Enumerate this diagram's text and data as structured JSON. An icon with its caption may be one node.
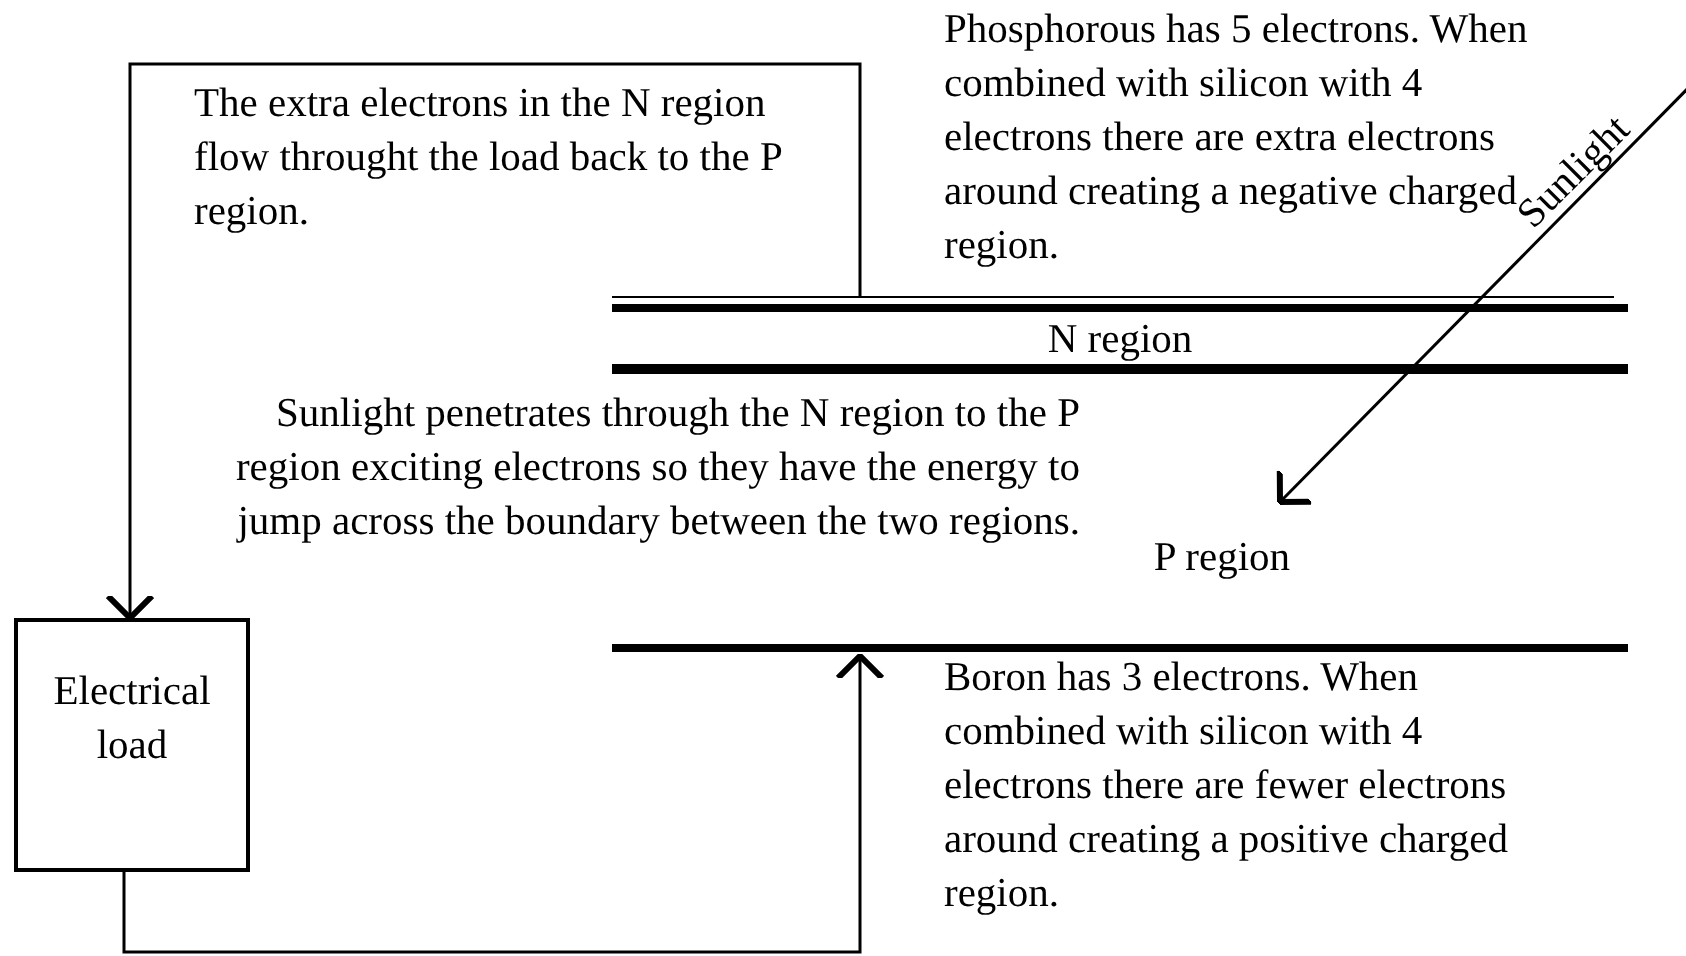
{
  "diagram": {
    "nodes": [
      {
        "text": [
          "N region"
        ]
      },
      {
        "text": [
          "P region"
        ]
      },
      {
        "text": [
          "Electrical load"
        ]
      }
    ],
    "edges": [
      {
        "from": 0,
        "to": 2,
        "arrow": "to"
      },
      {
        "from": 2,
        "to": 1,
        "arrow": "to"
      },
      {
        "from": null,
        "to": 1,
        "arrow": "to",
        "label": "Sunlight"
      }
    ],
    "labels": [
      "The extra electrons in the N region flow throught the load back to the P region.",
      "Phosphorous has 5 electrons. When combined with silicon with 4 electrons there are extra electrons around creating a negative charged region.",
      "Sunlight penetrates through the N region to the P region exciting electrons so they have the energy to jump across the boundary between the two regions.",
      "Boron has 3 electrons.  When combined with silicon with 4 electrons there are fewer electrons around creating a positive charged region."
    ]
  }
}
